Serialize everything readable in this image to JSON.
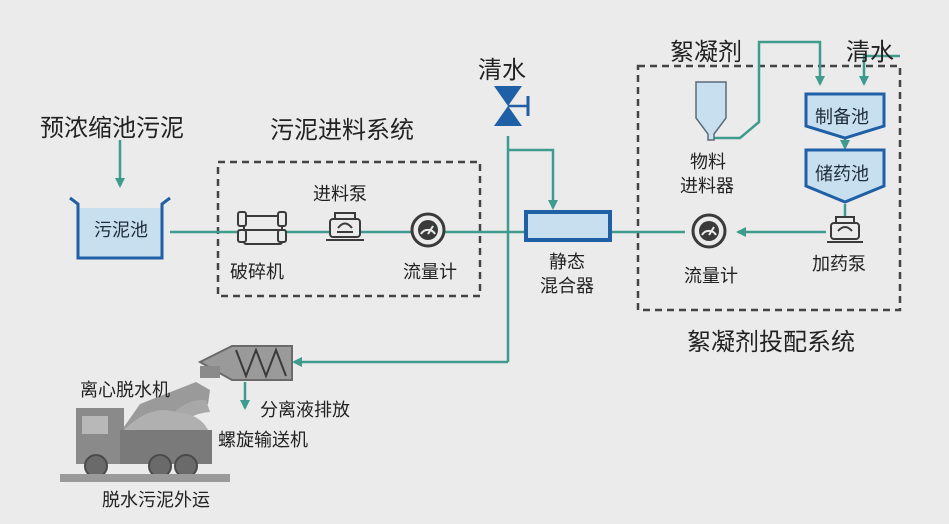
{
  "labels": {
    "sludge_source": "预浓缩池污泥",
    "feed_system": "污泥进料系统",
    "sludge_tank": "污泥池",
    "crusher": "破碎机",
    "feed_pump": "进料泵",
    "flowmeter_1": "流量计",
    "clear_water_1": "清水",
    "static_mixer_line1": "静态",
    "static_mixer_line2": "混合器",
    "flocculant": "絮凝剂",
    "clear_water_2": "清水",
    "prep_tank": "制备池",
    "storage_tank": "储药池",
    "material_feeder_line1": "物料",
    "material_feeder_line2": "进料器",
    "flowmeter_2": "流量计",
    "dosing_pump": "加药泵",
    "dosing_system": "絮凝剂投配系统",
    "centrifuge": "离心脱水机",
    "separation_discharge": "分离液排放",
    "screw_conveyor": "螺旋输送机",
    "sludge_transport": "脱水污泥外运"
  },
  "colors": {
    "pipe": "#3f9b8e",
    "tank_fill": "#c8dff0",
    "tank_stroke": "#1f5fa6",
    "equipment": "#3a3a3a",
    "valve": "#1f5fa6",
    "dashed_border": "#444444"
  },
  "icons": [
    "crusher-icon",
    "pump-icon",
    "flowmeter-icon",
    "valve-icon",
    "funnel-icon",
    "truck-icon",
    "centrifuge-icon"
  ]
}
